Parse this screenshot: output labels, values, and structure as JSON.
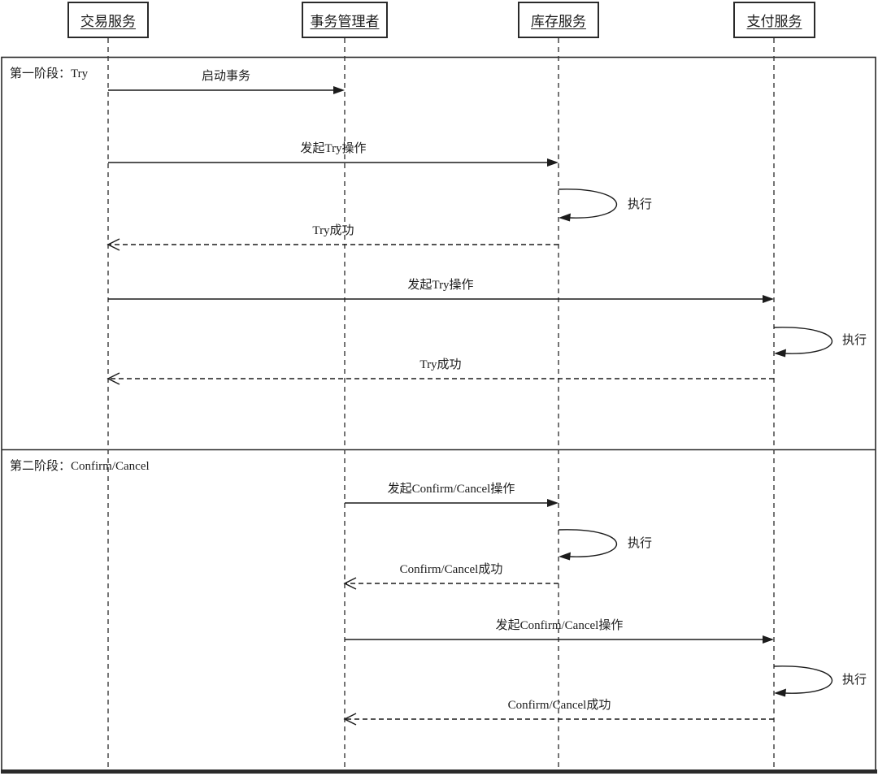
{
  "diagram_type": "uml-sequence-diagram",
  "colors": {
    "line": "#1c1c1c",
    "background": "#ffffff"
  },
  "participants": [
    {
      "name": "交易服务"
    },
    {
      "name": "事务管理者"
    },
    {
      "name": "库存服务"
    },
    {
      "name": "支付服务"
    }
  ],
  "phases": [
    {
      "label": "第一阶段：Try"
    },
    {
      "label": "第二阶段：Confirm/Cancel"
    }
  ],
  "messages": [
    {
      "label": "启动事务",
      "from": "交易服务",
      "to": "事务管理者",
      "style": "solid"
    },
    {
      "label": "发起Try操作",
      "from": "交易服务",
      "to": "库存服务",
      "style": "solid"
    },
    {
      "label": "执行",
      "on": "库存服务",
      "style": "self-loop"
    },
    {
      "label": "Try成功",
      "from": "库存服务",
      "to": "交易服务",
      "style": "dashed-return"
    },
    {
      "label": "发起Try操作",
      "from": "交易服务",
      "to": "支付服务",
      "style": "solid"
    },
    {
      "label": "执行",
      "on": "支付服务",
      "style": "self-loop"
    },
    {
      "label": "Try成功",
      "from": "支付服务",
      "to": "交易服务",
      "style": "dashed-return"
    },
    {
      "label": "发起Confirm/Cancel操作",
      "from": "事务管理者",
      "to": "库存服务",
      "style": "solid"
    },
    {
      "label": "执行",
      "on": "库存服务",
      "style": "self-loop"
    },
    {
      "label": "Confirm/Cancel成功",
      "from": "库存服务",
      "to": "事务管理者",
      "style": "dashed-return"
    },
    {
      "label": "发起Confirm/Cancel操作",
      "from": "事务管理者",
      "to": "支付服务",
      "style": "solid"
    },
    {
      "label": "执行",
      "on": "支付服务",
      "style": "self-loop"
    },
    {
      "label": "Confirm/Cancel成功",
      "from": "支付服务",
      "to": "事务管理者",
      "style": "dashed-return"
    }
  ]
}
